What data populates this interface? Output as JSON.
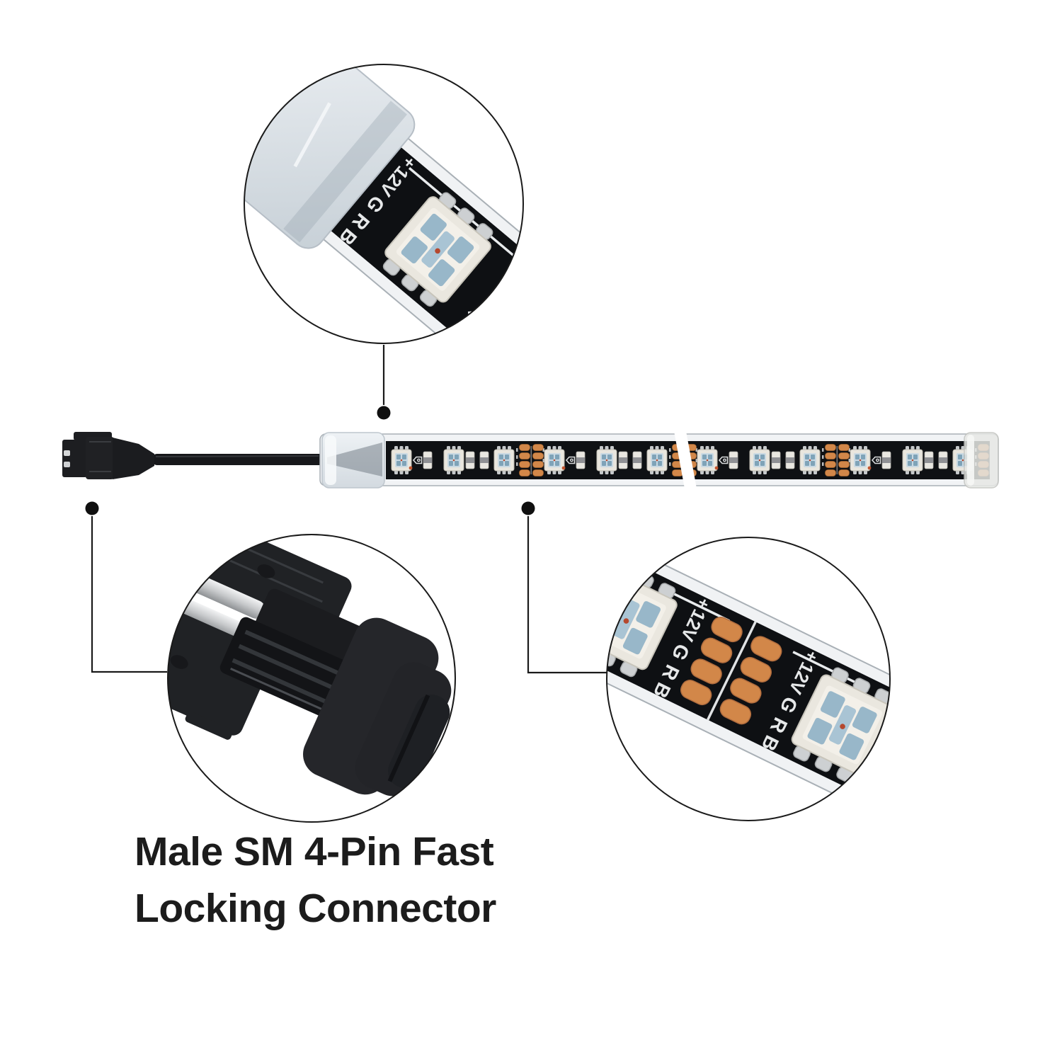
{
  "caption": {
    "line1": "Male SM 4-Pin Fast",
    "line2": "Locking Connector"
  },
  "pin_labels": {
    "plus": "+",
    "voltage": "12V",
    "green": "G",
    "red": "R",
    "blue": "B"
  },
  "colors": {
    "background": "#ffffff",
    "pcb_black": "#0f1114",
    "copper_pad": "#d28749",
    "silicone_sleeve": "#e9edf0",
    "connector_black": "#1f2023",
    "led_body": "#eae7df",
    "led_inner_blue": "#98b7c9",
    "callout_line": "#1a1a1a",
    "caption_text": "#1c1c1c"
  }
}
